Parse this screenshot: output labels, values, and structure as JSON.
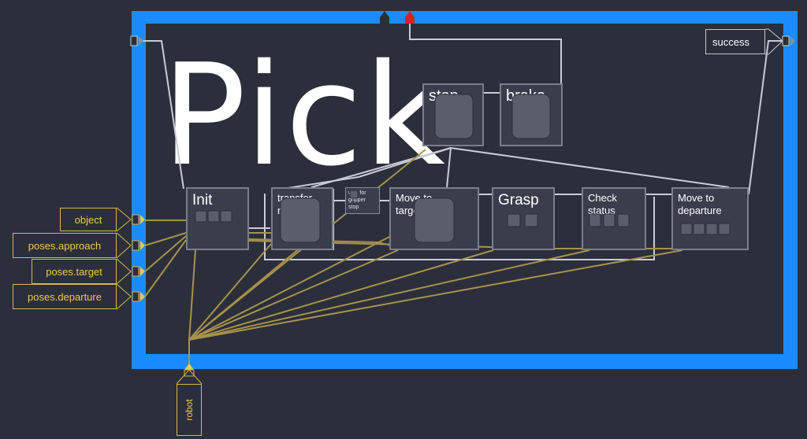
{
  "diagram": {
    "title": "Pick",
    "blocks": {
      "stop": "stop",
      "brake": "brake",
      "init": "Init",
      "transfer_motion": "transfer\nmotion",
      "wait_for_gripper_stop": "wait for\ngripper\nstop",
      "move_to_target": "Move to\ntarget",
      "grasp": "Grasp",
      "check_status": "Check\nstatus",
      "move_to_departure": "Move to\ndeparture"
    },
    "inputs": [
      "object",
      "poses.approach",
      "poses.target",
      "poses.departure"
    ],
    "output": "success",
    "robot_port": "robot"
  },
  "colors": {
    "background": "#2b2f3c",
    "frame": "#1a8cff",
    "wire_data": "#a8924a",
    "wire_control": "#c8ccd6",
    "port_yellow": "#f1c84b",
    "stop_port_red": "#e02020"
  }
}
